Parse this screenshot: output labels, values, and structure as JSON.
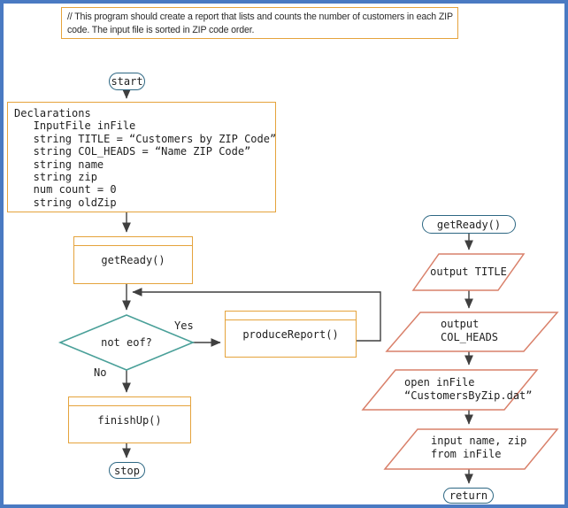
{
  "frame": {
    "border_color": "#4a7ac2",
    "background": "#ffffff"
  },
  "palette": {
    "process_border": "#e5a33c",
    "terminal_border": "#2d6783",
    "decision_border": "#4aa099",
    "io_border": "#d9806a",
    "connector": "#3f3f3f",
    "text": "#1f1f1f"
  },
  "comment": {
    "text": "// This program should create a report that lists and counts the number of customers in each ZIP code. The input file is sorted in ZIP code order."
  },
  "main_flow": {
    "start": "start",
    "declarations": "Declarations\n   InputFile inFile\n   string TITLE = “Customers by ZIP Code”\n   string COL_HEADS = “Name ZIP Code”\n   string name\n   string zip\n   num count = 0\n   string oldZip",
    "get_ready": "getReady()",
    "decision": "not eof?",
    "yes": "Yes",
    "no": "No",
    "produce_report": "produceReport()",
    "finish_up": "finishUp()",
    "stop": "stop"
  },
  "get_ready_module": {
    "title": "getReady()",
    "output_title": "output TITLE",
    "output_col_heads": "output\nCOL_HEADS",
    "open_infile": "open inFile\n“CustomersByZip.dat”",
    "input_record": "input name, zip\nfrom inFile",
    "return": "return"
  }
}
